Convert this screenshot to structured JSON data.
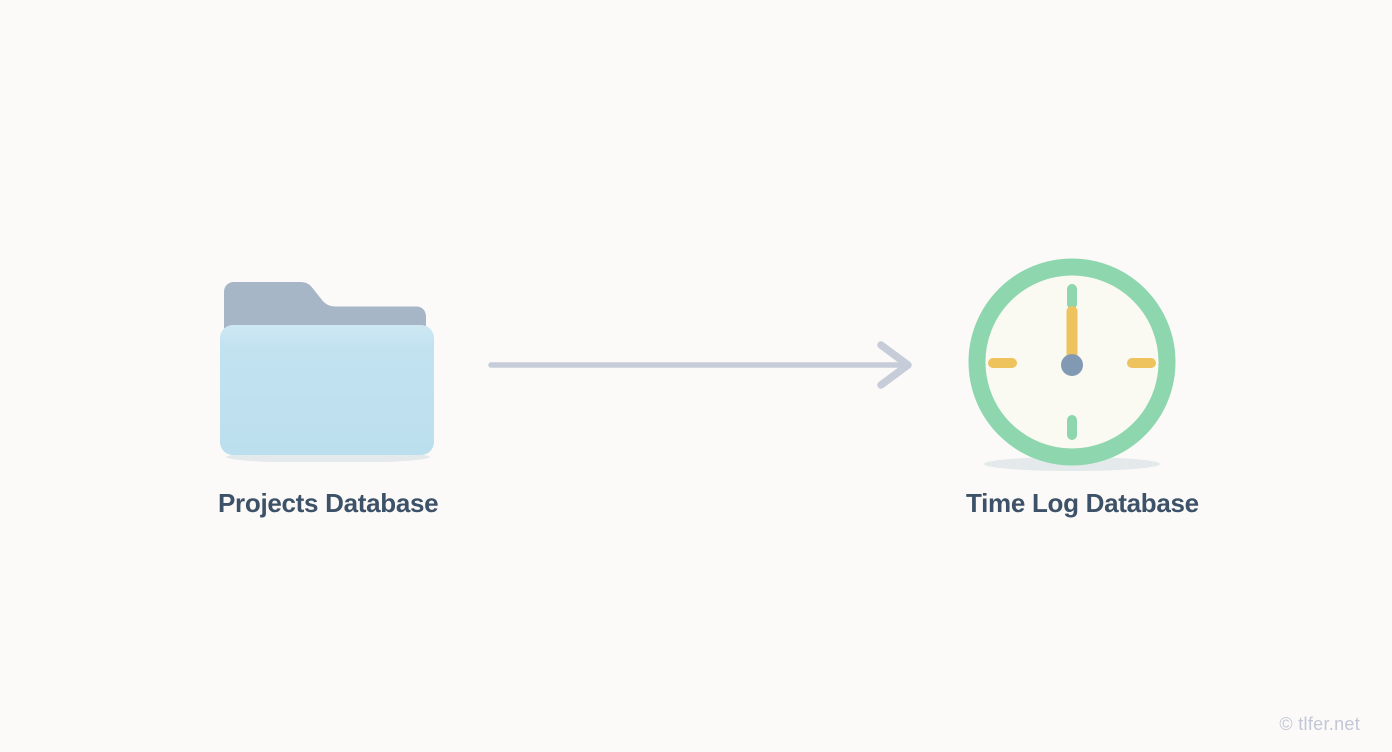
{
  "diagram": {
    "title": "",
    "type": "flow",
    "nodes": [
      {
        "id": "projects-database",
        "label": "Projects Database",
        "icon": "folder-icon"
      },
      {
        "id": "time-log-database",
        "label": "Time Log Database",
        "icon": "clock-icon"
      }
    ],
    "connectors": [
      {
        "from": "projects-database",
        "to": "time-log-database",
        "style": "arrow-right"
      }
    ]
  },
  "watermark": "© tlfer.net",
  "colors": {
    "background": "#fbfaf8",
    "label": "#3d5268",
    "arrow": "#c7cdd8",
    "folder_tab": "#a6b6c6",
    "folder_front": "#bee0ee",
    "clock_ring": "#8ed7ae",
    "clock_face": "#faf9f2",
    "tick_yellow": "#eec35e",
    "center_dot": "#8299b3",
    "watermark": "#b9bdd1"
  }
}
